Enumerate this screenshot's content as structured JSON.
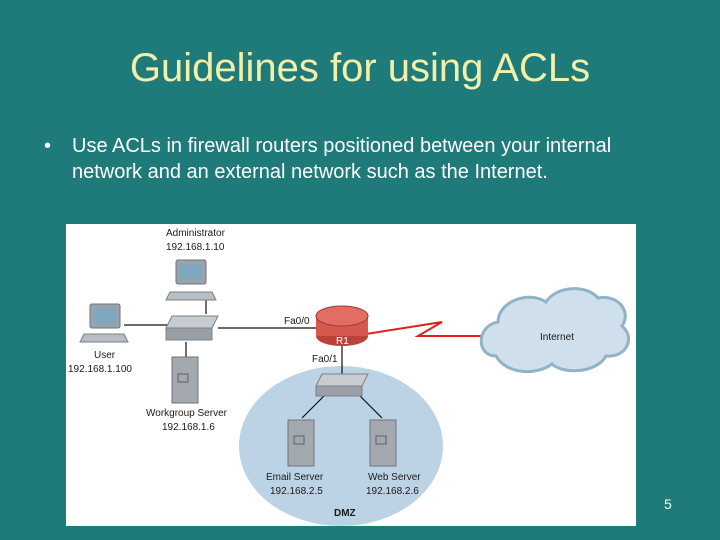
{
  "slide": {
    "title": "Guidelines for using ACLs",
    "bullet_marker": "•",
    "bullet_text": "Use ACLs in firewall routers positioned between your internal network and an external network such as the Internet.",
    "page_number": "5"
  },
  "diagram": {
    "administrator": {
      "label": "Administrator",
      "ip": "192.168.1.10"
    },
    "user": {
      "label": "User",
      "ip": "192.168.1.100"
    },
    "workgroup_server": {
      "label": "Workgroup Server",
      "ip": "192.168.1.6"
    },
    "router": {
      "label": "R1",
      "iface_outside_lan": "Fa0/0",
      "iface_dmz": "Fa0/1"
    },
    "internet": {
      "label": "Internet"
    },
    "email_server": {
      "label": "Email Server",
      "ip": "192.168.2.5"
    },
    "web_server": {
      "label": "Web Server",
      "ip": "192.168.2.6"
    },
    "dmz": {
      "label": "DMZ"
    },
    "colors": {
      "background": "#1f7a7a",
      "title": "#f3efa8",
      "dmz_zone": "#bcd3e6",
      "router": "#d9584e",
      "serial_link": "#e02020",
      "cloud": "#cfe0ec"
    }
  }
}
